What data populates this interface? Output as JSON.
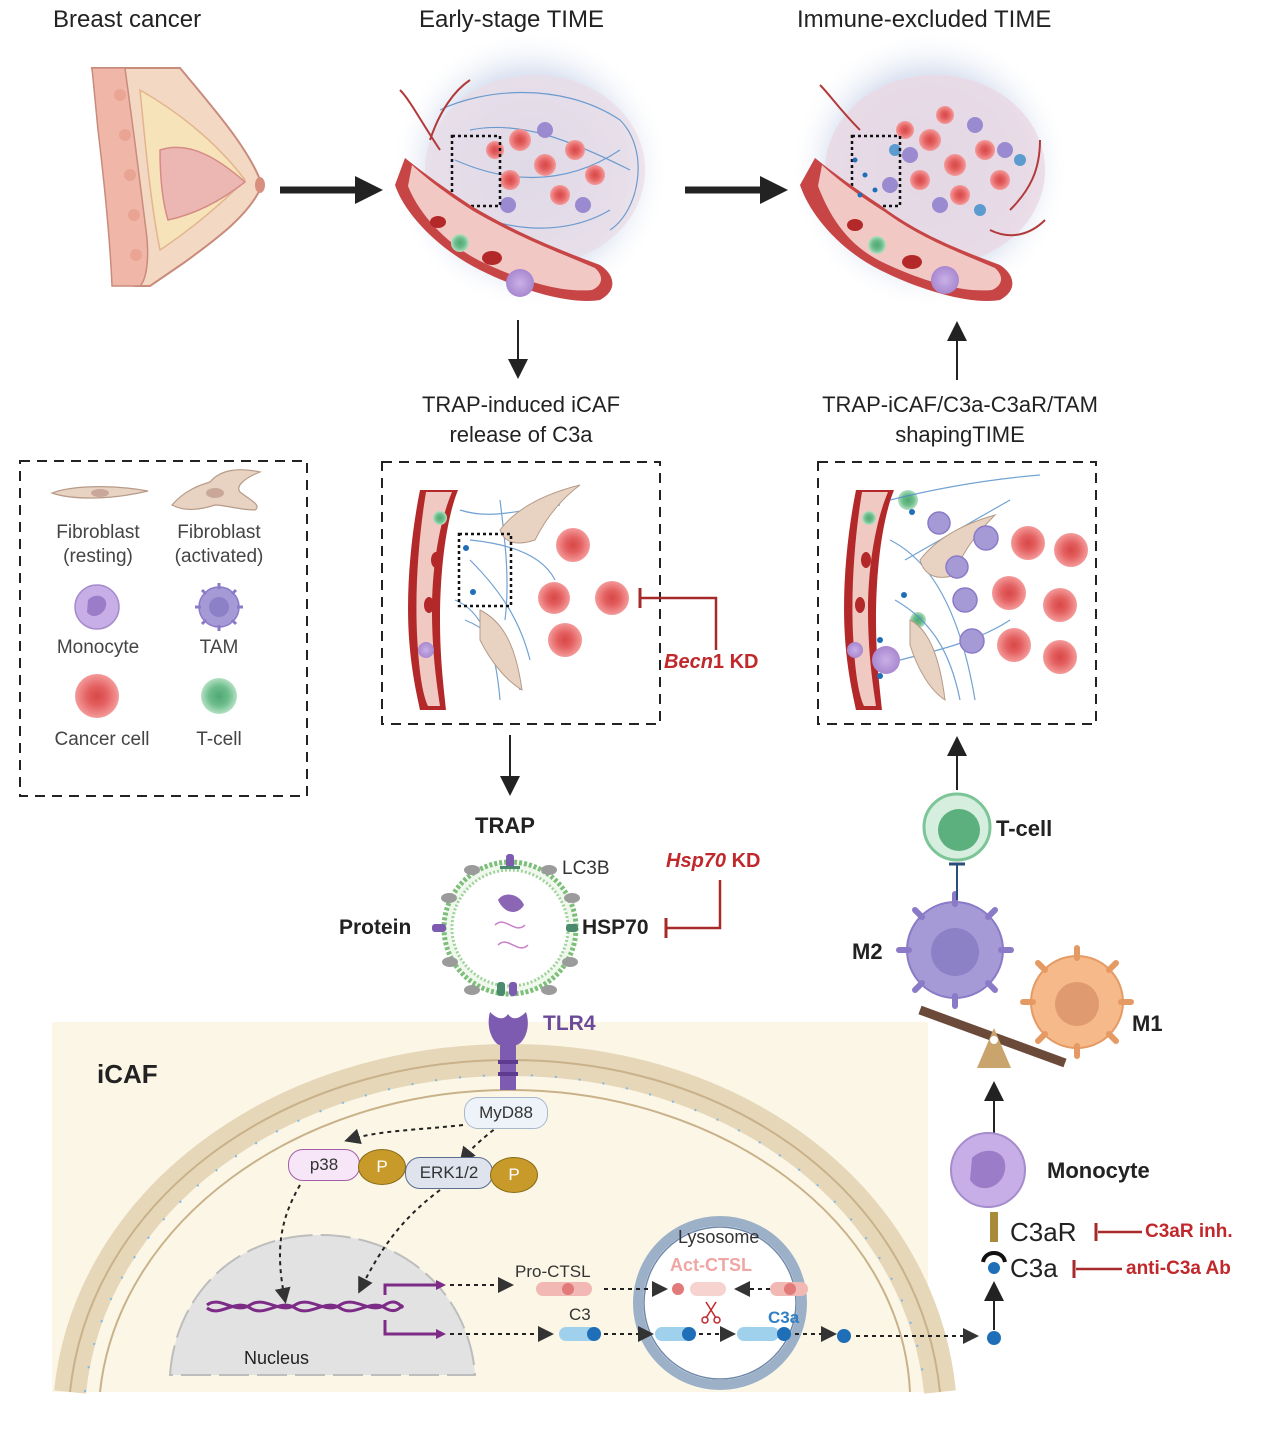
{
  "top": {
    "title_left": "Breast cancer",
    "title_mid": "Early-stage TIME",
    "title_right": "Immune-excluded TIME"
  },
  "captions": {
    "left_line1": "TRAP-induced iCAF",
    "left_line2": "release of  C3a",
    "right_line1": "TRAP-iCAF/C3a-C3aR/TAM",
    "right_line2": "shapingTIME"
  },
  "legend": {
    "fib_rest_1": "Fibroblast",
    "fib_rest_2": "(resting)",
    "fib_act_1": "Fibroblast",
    "fib_act_2": "(activated)",
    "monocyte": "Monocyte",
    "tam": "TAM",
    "cancer": "Cancer cell",
    "tcell": "T-cell"
  },
  "inhibitors": {
    "becn_italic": "Becn",
    "becn_rest": "1 KD",
    "hsp_italic": "Hsp70",
    "hsp_rest": " KD",
    "c3ar_inh": "C3aR inh.",
    "anti_c3a": "anti-C3a Ab"
  },
  "trap": {
    "title": "TRAP",
    "lc3b": "LC3B",
    "protein": "Protein",
    "hsp70": "HSP70",
    "tlr4": "TLR4"
  },
  "icaf": {
    "label": "iCAF",
    "myd88": "MyD88",
    "p38": "p38",
    "erk": "ERK1/2",
    "p": "P",
    "nucleus": "Nucleus",
    "lysosome": "Lysosome",
    "pro_ctsl": "Pro-CTSL",
    "act_ctsl": "Act-CTSL",
    "c3": "C3",
    "c3a": "C3a"
  },
  "right_path": {
    "tcell": "T-cell",
    "m2": "M2",
    "m1": "M1",
    "monocyte": "Monocyte",
    "c3ar": "C3aR",
    "c3a": "C3a"
  },
  "colors": {
    "inhibit_red": "#c0282b",
    "tlr4_purple": "#6b4a9a",
    "icaf_bg": "#fbf6e6",
    "vessel": "#b3302f",
    "cancer_cell": "#ee6e6e",
    "tcell": "#7cc596",
    "monocyte": "#b596d8",
    "m1": "#f5b98a"
  }
}
